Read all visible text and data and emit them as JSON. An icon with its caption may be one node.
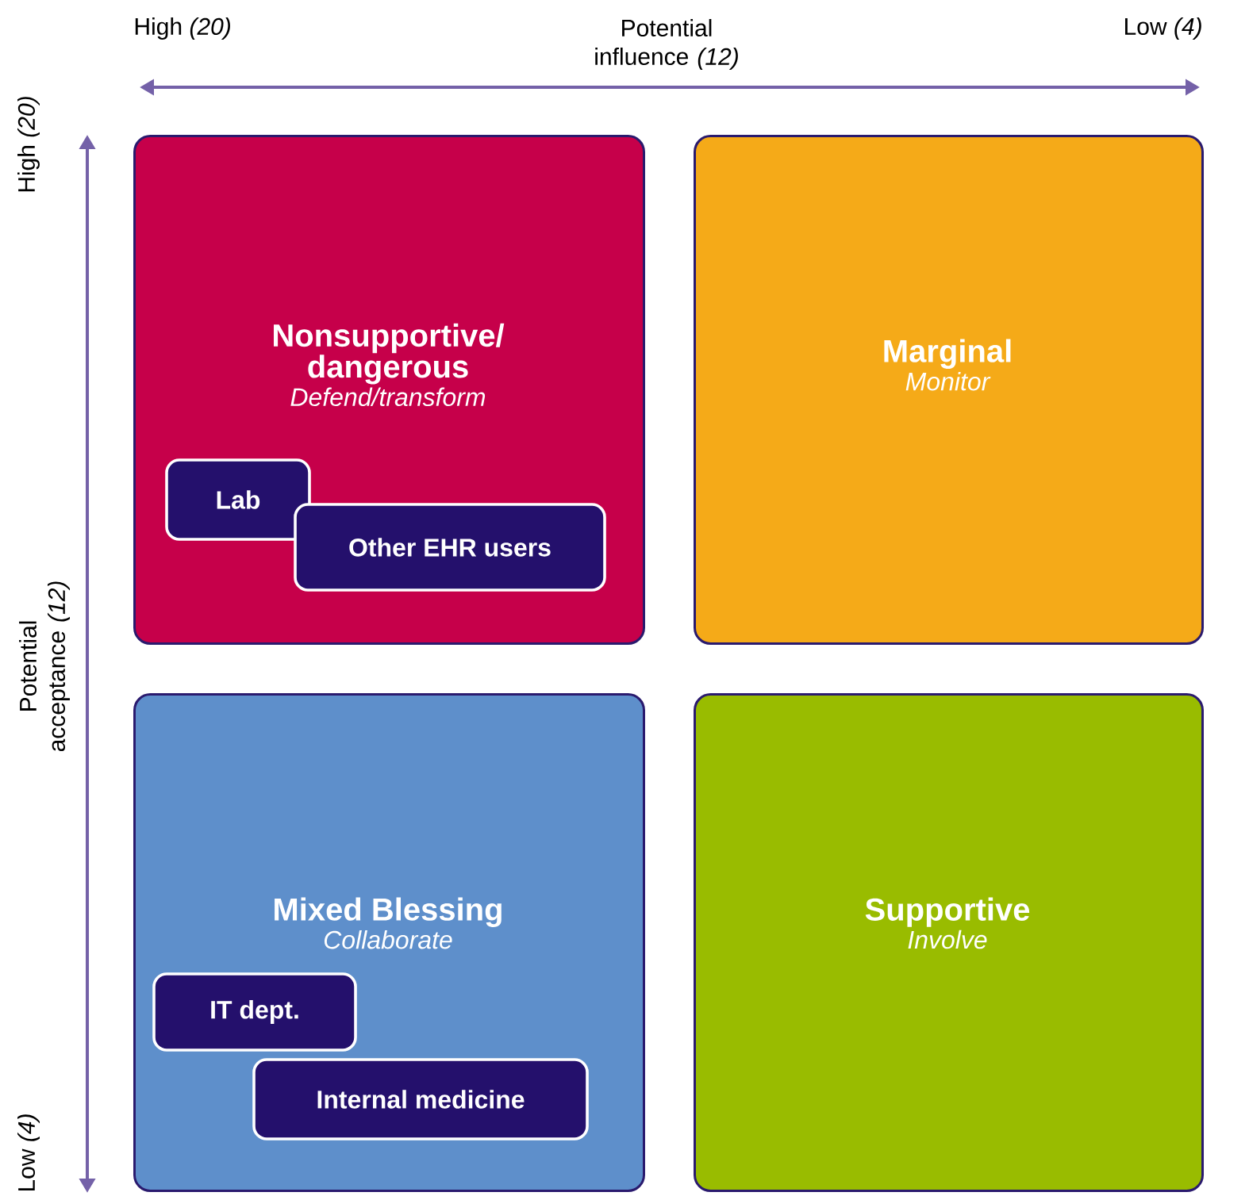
{
  "diagram": {
    "nodes": [
      {
        "text": [
          "Nonsupportive/ dangerous",
          "Defend/transform"
        ]
      },
      {
        "text": [
          "Lab"
        ],
        "in": 0
      },
      {
        "text": [
          "Other EHR users"
        ],
        "in": 0
      },
      {
        "text": [
          "Marginal",
          "Monitor"
        ]
      },
      {
        "text": [
          "Mixed Blessing",
          "Collaborate"
        ]
      },
      {
        "text": [
          "IT dept."
        ],
        "in": 4
      },
      {
        "text": [
          "Internal medicine"
        ],
        "in": 4
      },
      {
        "text": [
          "Supportive",
          "Involve"
        ]
      }
    ],
    "edges": [],
    "labels": [
      "High *(20)*",
      "Potential influence *(12)*",
      "Low *(4)*",
      "High *(20)*",
      "Potential acceptance *(12)*",
      "Low *(4)*"
    ]
  }
}
